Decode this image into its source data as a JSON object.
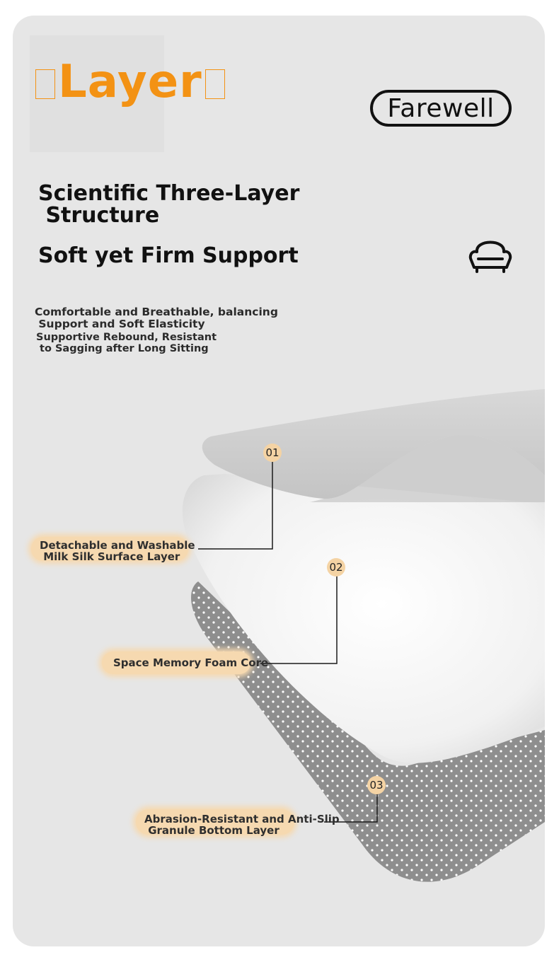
{
  "title": {
    "text": "Layer"
  },
  "brand": {
    "text": "Farewell"
  },
  "headline": {
    "line1": "Scientific Three-Layer\n Structure",
    "line2": "Soft yet Firm Support"
  },
  "description": {
    "part1": "Comfortable and Breathable, balancing\n Support and Soft Elasticity",
    "part2": "Supportive Rebound, Resistant\n to Sagging after Long Sitting"
  },
  "layers": [
    {
      "number": "01",
      "label": "Detachable and Washable\n Milk Silk Surface Layer"
    },
    {
      "number": "02",
      "label": "Space Memory Foam Core"
    },
    {
      "number": "03",
      "label": "Abrasion-Resistant and Anti-Slip\n Granule Bottom Layer"
    }
  ],
  "icons": {
    "sofa": "sofa-icon"
  },
  "colors": {
    "accent": "#f39214",
    "card": "#e6e6e6",
    "badge": "#f4d3a4",
    "pattern": "#8e8e8e"
  }
}
